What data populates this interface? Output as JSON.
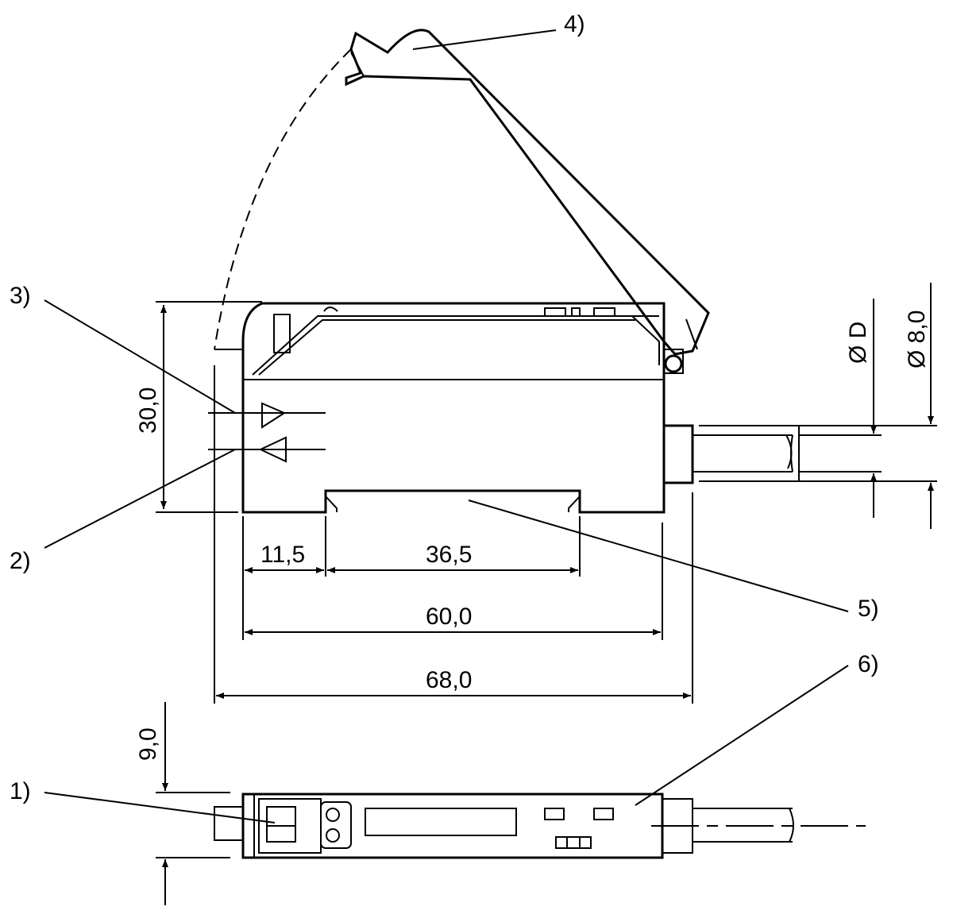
{
  "callouts": {
    "c1": "1)",
    "c2": "2)",
    "c3": "3)",
    "c4": "4)",
    "c5": "5)",
    "c6": "6)"
  },
  "dimensions": {
    "height_30": "30,0",
    "width_11_5": "11,5",
    "width_36_5": "36,5",
    "width_60": "60,0",
    "width_68": "68,0",
    "thickness_9": "9,0",
    "diameter_d": "Ø D",
    "diameter_8": "Ø 8,0"
  }
}
